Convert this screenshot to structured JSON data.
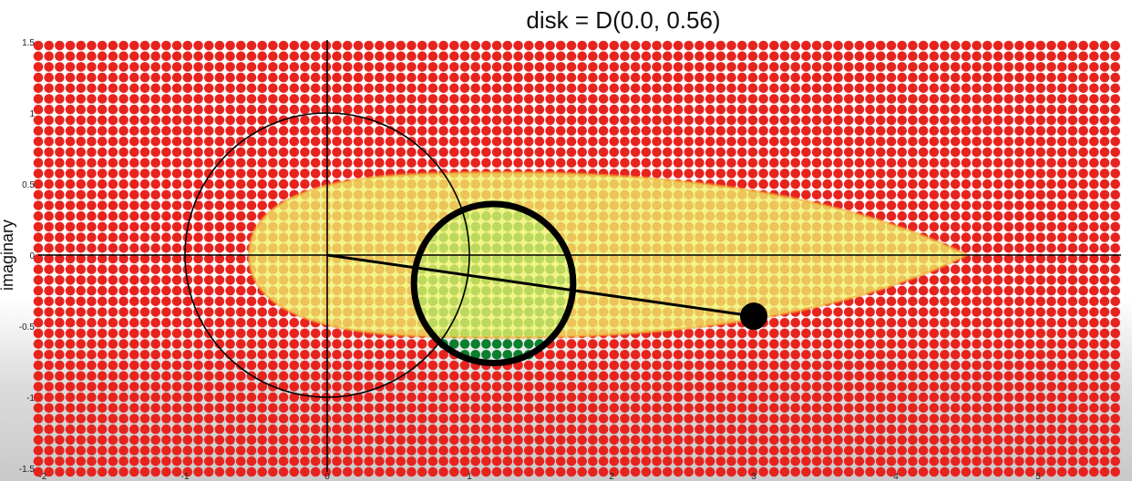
{
  "chart_data": {
    "type": "scatter",
    "title": "disk = D(0.0, 0.56)",
    "ylabel": "imaginary",
    "xlabel": "",
    "xlim": [
      -2,
      5.5
    ],
    "ylim": [
      -1.5,
      1.5
    ],
    "x_ticks": [
      "-2",
      "-1",
      "0",
      "1",
      "2",
      "3",
      "4",
      "5"
    ],
    "y_ticks": [
      "1.5",
      "1",
      "0.5",
      "0",
      "-0.5",
      "-1",
      "-1.5"
    ],
    "grid_step": 0.075,
    "unit_circle": {
      "center": [
        0,
        0
      ],
      "radius": 1
    },
    "disk": {
      "center": [
        1.17,
        -0.2
      ],
      "radius": 0.56
    },
    "segment": {
      "from": [
        0,
        0
      ],
      "to": [
        3.0,
        -0.43
      ]
    },
    "endpoint": [
      3.0,
      -0.43
    ],
    "region_tip_x": 4.5,
    "region_left_x": -0.55,
    "region_half_height": 0.58,
    "colors": {
      "outside_point": "#e8231e",
      "inside_point": "#0a7f2e",
      "region_fill": "#eef26a",
      "region_edge": "#f2a531",
      "disk_stroke": "#000000",
      "axis": "#000000"
    }
  }
}
